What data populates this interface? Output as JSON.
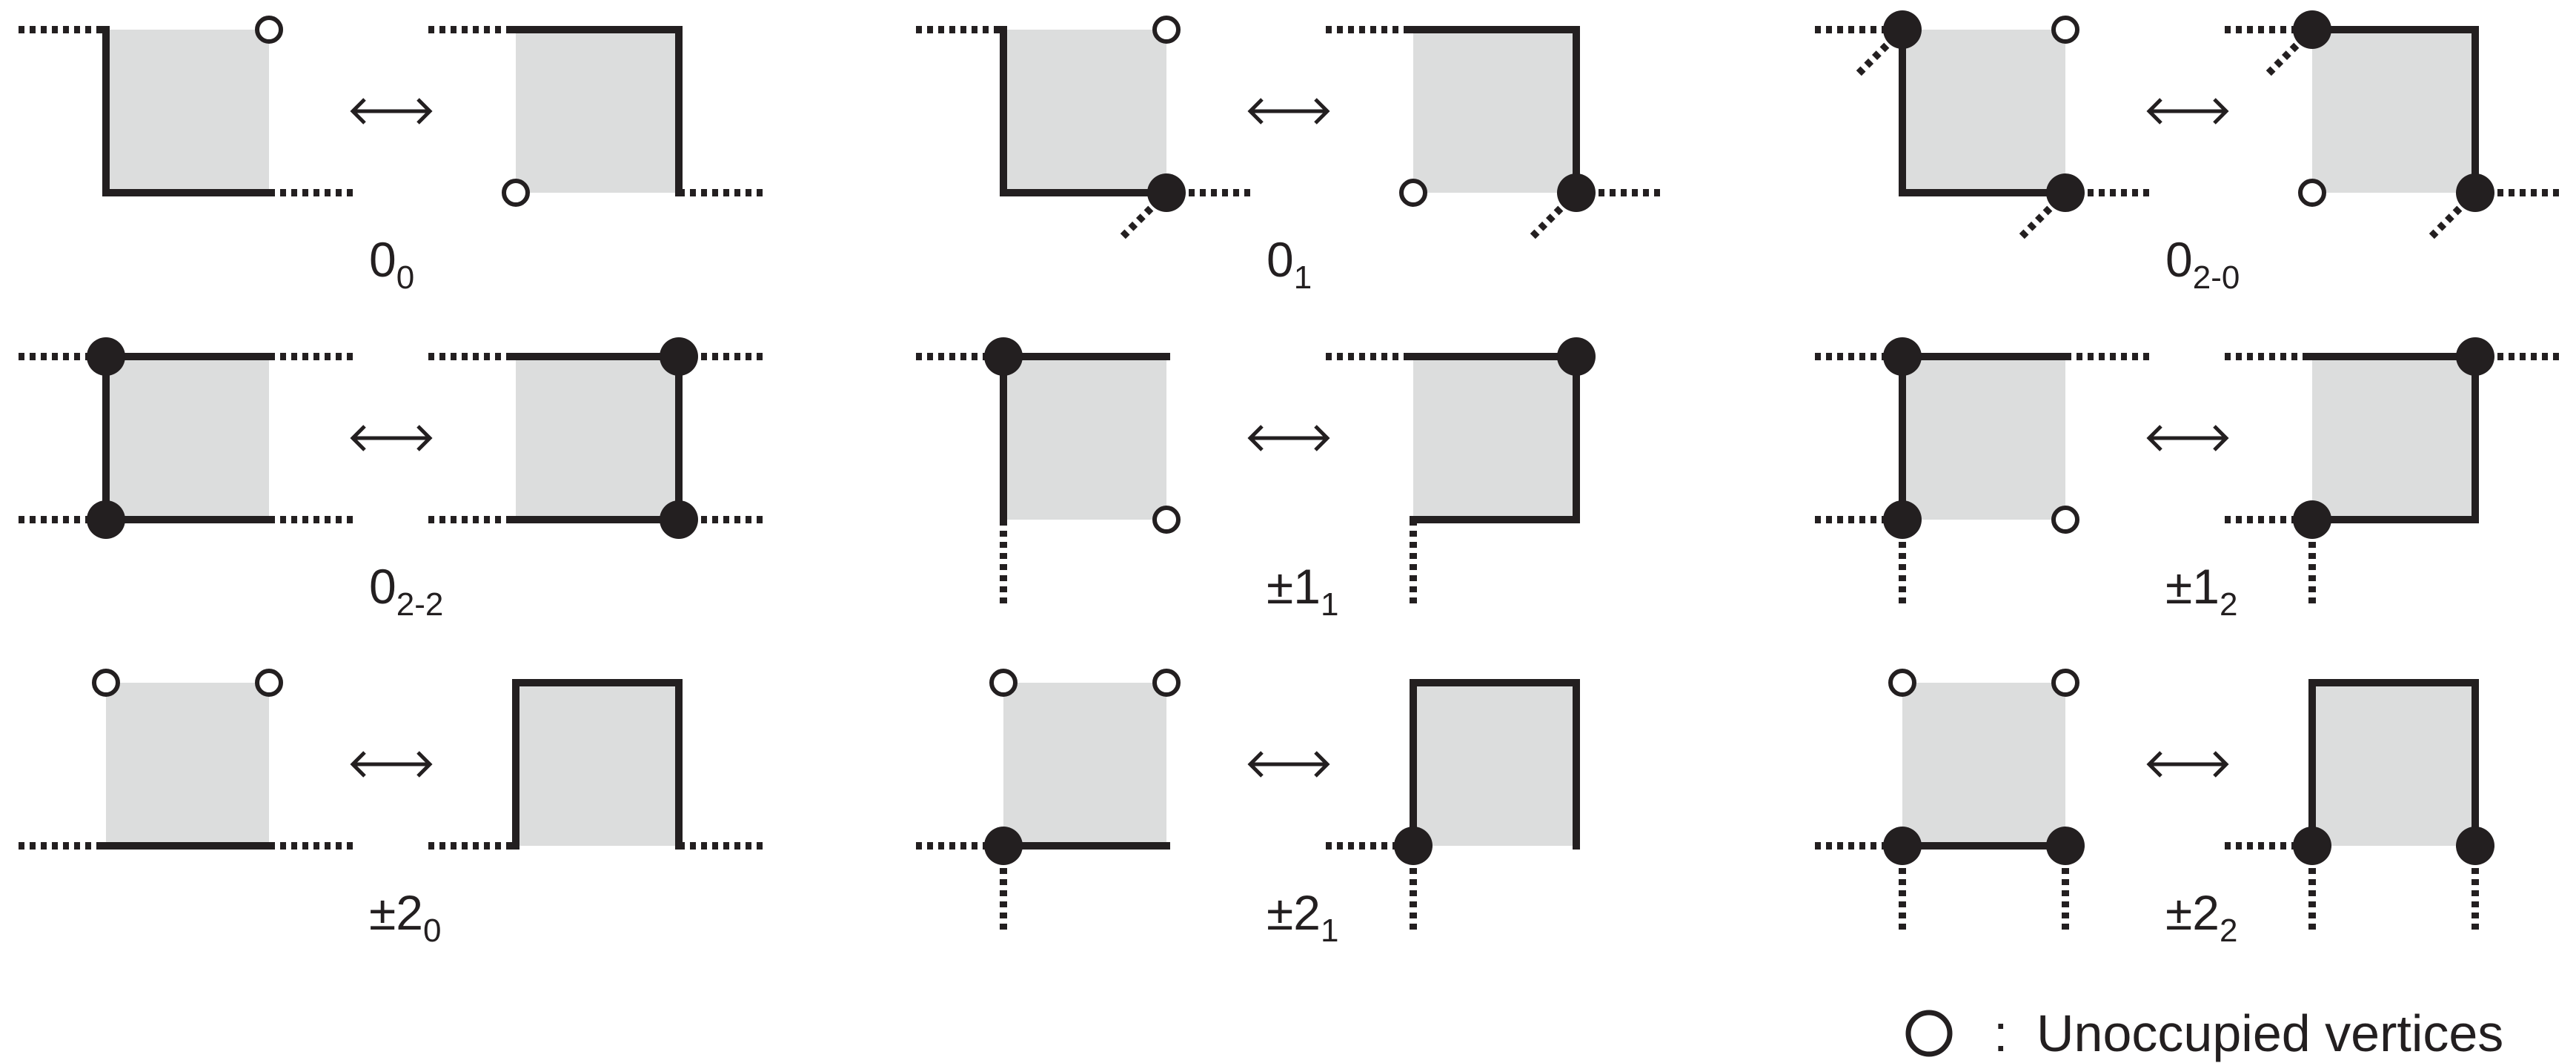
{
  "colors": {
    "ink": "#231f20",
    "fill": "#dcdddd",
    "background": "#ffffff"
  },
  "arrow_glyph": "↔",
  "panels": [
    {
      "id": "0_0",
      "row": 0,
      "col": 0,
      "main": "0",
      "sub": "0",
      "left": {
        "solid": [
          "W",
          "S"
        ],
        "dashed": [
          "NW-W",
          "SE-E"
        ],
        "black": [],
        "white": [
          "NE"
        ],
        "tails": []
      },
      "right": {
        "solid": [
          "N",
          "E"
        ],
        "dashed": [
          "NW-W",
          "SE-E"
        ],
        "black": [],
        "white": [
          "SW"
        ],
        "tails": []
      }
    },
    {
      "id": "0_1",
      "row": 0,
      "col": 1,
      "main": "0",
      "sub": "1",
      "left": {
        "solid": [
          "W",
          "S"
        ],
        "dashed": [
          "NW-W",
          "SE-E"
        ],
        "black": [
          "SE"
        ],
        "white": [
          "NE"
        ],
        "tails": [
          "SE"
        ]
      },
      "right": {
        "solid": [
          "N",
          "E"
        ],
        "dashed": [
          "NW-W",
          "SE-E"
        ],
        "black": [
          "SE"
        ],
        "white": [
          "SW"
        ],
        "tails": [
          "SE"
        ]
      }
    },
    {
      "id": "0_2-0",
      "row": 0,
      "col": 2,
      "main": "0",
      "sub": "2-0",
      "left": {
        "solid": [
          "W",
          "S"
        ],
        "dashed": [
          "NW-W",
          "SE-E"
        ],
        "black": [
          "NW",
          "SE"
        ],
        "white": [
          "NE"
        ],
        "tails": [
          "NW",
          "SE"
        ]
      },
      "right": {
        "solid": [
          "N",
          "E"
        ],
        "dashed": [
          "NW-W",
          "SE-E"
        ],
        "black": [
          "NW",
          "SE"
        ],
        "white": [
          "SW"
        ],
        "tails": [
          "NW",
          "SE"
        ]
      }
    },
    {
      "id": "0_2-2",
      "row": 1,
      "col": 0,
      "main": "0",
      "sub": "2-2",
      "left": {
        "solid": [
          "W",
          "N",
          "S"
        ],
        "dashed": [
          "NW-W",
          "NE-E",
          "SW-W",
          "SE-E"
        ],
        "black": [
          "NW",
          "SW"
        ],
        "white": [],
        "tails": []
      },
      "right": {
        "solid": [
          "E",
          "N",
          "S"
        ],
        "dashed": [
          "NW-W",
          "NE-E",
          "SW-W",
          "SE-E"
        ],
        "black": [
          "NE",
          "SE"
        ],
        "white": [],
        "tails": []
      }
    },
    {
      "id": "pm1_1",
      "row": 1,
      "col": 1,
      "main": "±1",
      "sub": "1",
      "left": {
        "solid": [
          "N",
          "W"
        ],
        "dashed": [
          "NW-W",
          "SW-S"
        ],
        "black": [
          "NW"
        ],
        "white": [
          "SE"
        ],
        "tails": []
      },
      "right": {
        "solid": [
          "N",
          "E",
          "S"
        ],
        "dashed": [
          "NW-W",
          "SW-S"
        ],
        "black": [
          "NE"
        ],
        "white": [],
        "tails": []
      }
    },
    {
      "id": "pm1_2",
      "row": 1,
      "col": 2,
      "main": "±1",
      "sub": "2",
      "left": {
        "solid": [
          "N",
          "W"
        ],
        "dashed": [
          "NW-W",
          "NE-E",
          "SW-W",
          "SW-S"
        ],
        "black": [
          "NW",
          "SW"
        ],
        "white": [
          "SE"
        ],
        "tails": []
      },
      "right": {
        "solid": [
          "N",
          "E",
          "S"
        ],
        "dashed": [
          "NW-W",
          "NE-E",
          "SW-W",
          "SW-S"
        ],
        "black": [
          "NE",
          "SW"
        ],
        "white": [],
        "tails": []
      }
    },
    {
      "id": "pm2_0",
      "row": 2,
      "col": 0,
      "main": "±2",
      "sub": "0",
      "left": {
        "solid": [
          "S"
        ],
        "dashed": [
          "SW-W",
          "SE-E"
        ],
        "black": [],
        "white": [
          "NW",
          "NE"
        ],
        "tails": []
      },
      "right": {
        "solid": [
          "W",
          "N",
          "E"
        ],
        "dashed": [
          "SW-W",
          "SE-E"
        ],
        "black": [],
        "white": [],
        "tails": []
      }
    },
    {
      "id": "pm2_1",
      "row": 2,
      "col": 1,
      "main": "±2",
      "sub": "1",
      "left": {
        "solid": [
          "S"
        ],
        "dashed": [
          "SW-W",
          "SW-S"
        ],
        "black": [
          "SW"
        ],
        "white": [
          "NW",
          "NE"
        ],
        "tails": []
      },
      "right": {
        "solid": [
          "W",
          "N",
          "E"
        ],
        "dashed": [
          "SW-W",
          "SW-S"
        ],
        "black": [
          "SW"
        ],
        "white": [],
        "tails": []
      }
    },
    {
      "id": "pm2_2",
      "row": 2,
      "col": 2,
      "main": "±2",
      "sub": "2",
      "left": {
        "solid": [
          "S"
        ],
        "dashed": [
          "SW-W",
          "SW-S",
          "SE-S"
        ],
        "black": [
          "SW",
          "SE"
        ],
        "white": [
          "NW",
          "NE"
        ],
        "tails": []
      },
      "right": {
        "solid": [
          "W",
          "N",
          "E"
        ],
        "dashed": [
          "SW-W",
          "SW-S",
          "SE-S"
        ],
        "black": [
          "SW",
          "SE"
        ],
        "white": [],
        "tails": []
      }
    }
  ],
  "legend": {
    "symbol": "unoccupied-vertex",
    "separator": ":",
    "text": "Unoccupied vertices"
  }
}
